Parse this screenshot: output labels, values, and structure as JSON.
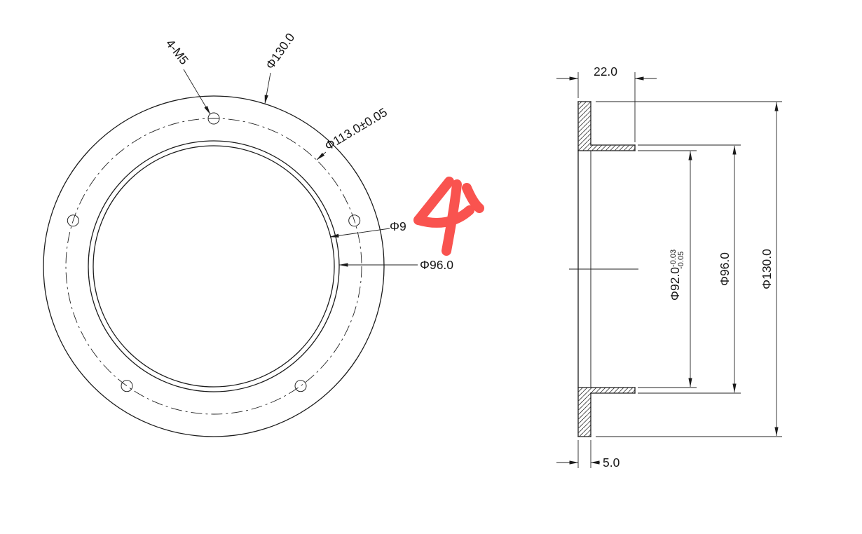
{
  "front_view": {
    "holes_label": "4-M5",
    "outer_dia_label": "Φ130.0",
    "bolt_circle_label": "Φ113.0±0.05",
    "bore_label_fragment": "Φ9",
    "barrel_label": "Φ96.0"
  },
  "section_view": {
    "length_label": "22.0",
    "flange_thickness_label": "5.0",
    "outer_dia_label": "Φ130.0",
    "barrel_dia_label": "Φ96.0",
    "bore_dia_label": "Φ92.0",
    "bore_tol_upper": "-0.03",
    "bore_tol_lower": "-0.05"
  },
  "annotation": {
    "marker_color": "#f9534f"
  },
  "colors": {
    "line": "#1b1b1b",
    "background": "#ffffff"
  }
}
